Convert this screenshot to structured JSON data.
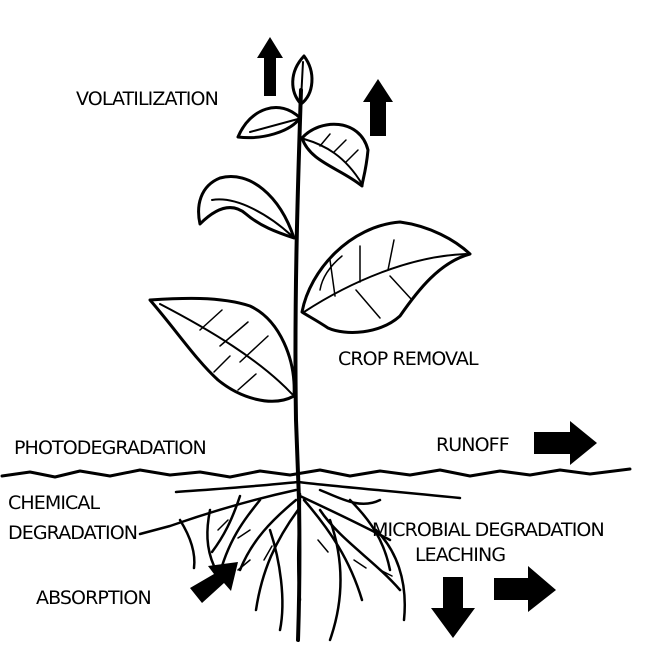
{
  "labels": {
    "volatilization": "VOLATILIZATION",
    "crop_removal": "CROP REMOVAL",
    "photodegradation": "PHOTODEGRADATION",
    "runoff": "RUNOFF",
    "chemical_degradation_line1": "CHEMICAL",
    "chemical_degradation_line2": "DEGRADATION",
    "microbial_degradation": "MICROBIAL DEGRADATION",
    "leaching": "LEACHING",
    "absorption": "ABSORPTION"
  },
  "colors": {
    "ink": "#000000",
    "background": "#ffffff"
  },
  "icons": [
    "arrow-up-icon",
    "arrow-right-icon",
    "arrow-down-icon",
    "arrow-diagonal-icon"
  ]
}
